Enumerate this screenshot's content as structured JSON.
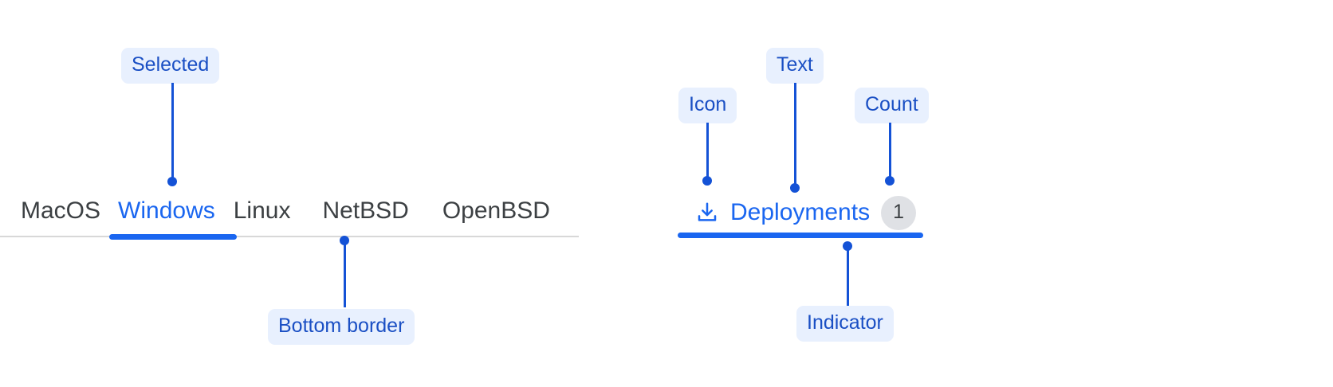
{
  "tab_bar": {
    "tabs": [
      {
        "label": "MacOS",
        "selected": false
      },
      {
        "label": "Windows",
        "selected": true
      },
      {
        "label": "Linux",
        "selected": false
      },
      {
        "label": "NetBSD",
        "selected": false
      },
      {
        "label": "OpenBSD",
        "selected": false
      }
    ],
    "selected_value": "Windows"
  },
  "deployments_tab": {
    "icon": "download-icon",
    "label": "Deployments",
    "count": "1",
    "selected": true
  },
  "annotations": [
    {
      "id": "selected",
      "label": "Selected"
    },
    {
      "id": "bottom-border",
      "label": "Bottom border"
    },
    {
      "id": "icon",
      "label": "Icon"
    },
    {
      "id": "text",
      "label": "Text"
    },
    {
      "id": "count",
      "label": "Count"
    },
    {
      "id": "indicator",
      "label": "Indicator"
    }
  ],
  "colors": {
    "accent_blue": "#1a66f0",
    "annotation_blue": "#1452d6",
    "annotation_text": "#1a4fc4",
    "annotation_bg": "#e8f0fe",
    "tab_text": "#3c4043",
    "border_gray": "#d8d8d8",
    "badge_bg": "#dfe1e5"
  }
}
